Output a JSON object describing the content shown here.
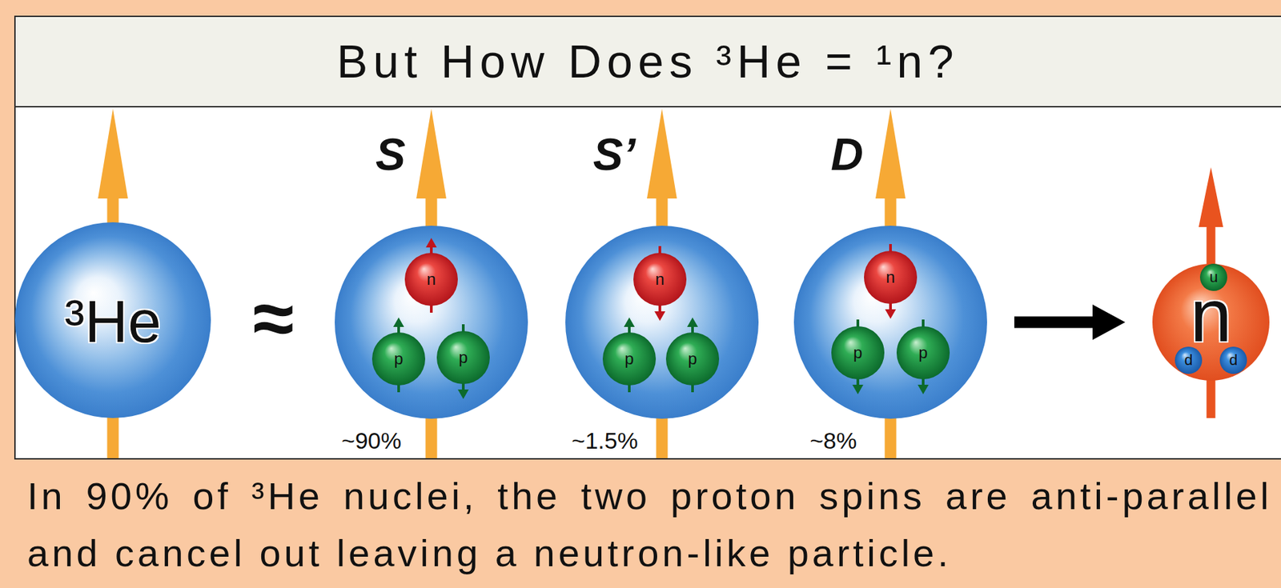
{
  "diagram": {
    "title": "But How Does ³He = ¹n?",
    "caption": "In 90% of ³He nuclei, the two proton spins are anti-parallel and cancel out leaving a neutron-like particle.",
    "nodes": [
      {
        "text": [
          "³He"
        ]
      },
      {
        "text": [
          "S",
          "~90%"
        ]
      },
      {
        "text": [
          "n"
        ],
        "in": 1
      },
      {
        "text": [
          "p"
        ],
        "in": 1
      },
      {
        "text": [
          "p"
        ],
        "in": 1
      },
      {
        "text": [
          "S’",
          "~1.5%"
        ]
      },
      {
        "text": [
          "n"
        ],
        "in": 5
      },
      {
        "text": [
          "p"
        ],
        "in": 5
      },
      {
        "text": [
          "p"
        ],
        "in": 5
      },
      {
        "text": [
          "D",
          "~8%"
        ]
      },
      {
        "text": [
          "n"
        ],
        "in": 9
      },
      {
        "text": [
          "p"
        ],
        "in": 9
      },
      {
        "text": [
          "p"
        ],
        "in": 9
      },
      {
        "text": [
          "n"
        ]
      },
      {
        "text": [
          "u"
        ],
        "in": 13
      },
      {
        "text": [
          "d"
        ],
        "in": 13
      },
      {
        "text": [
          "d"
        ],
        "in": 13
      }
    ],
    "edges": [
      {
        "from": 9,
        "to": 13,
        "arrow": "to"
      }
    ],
    "labels": [
      "≈"
    ]
  }
}
